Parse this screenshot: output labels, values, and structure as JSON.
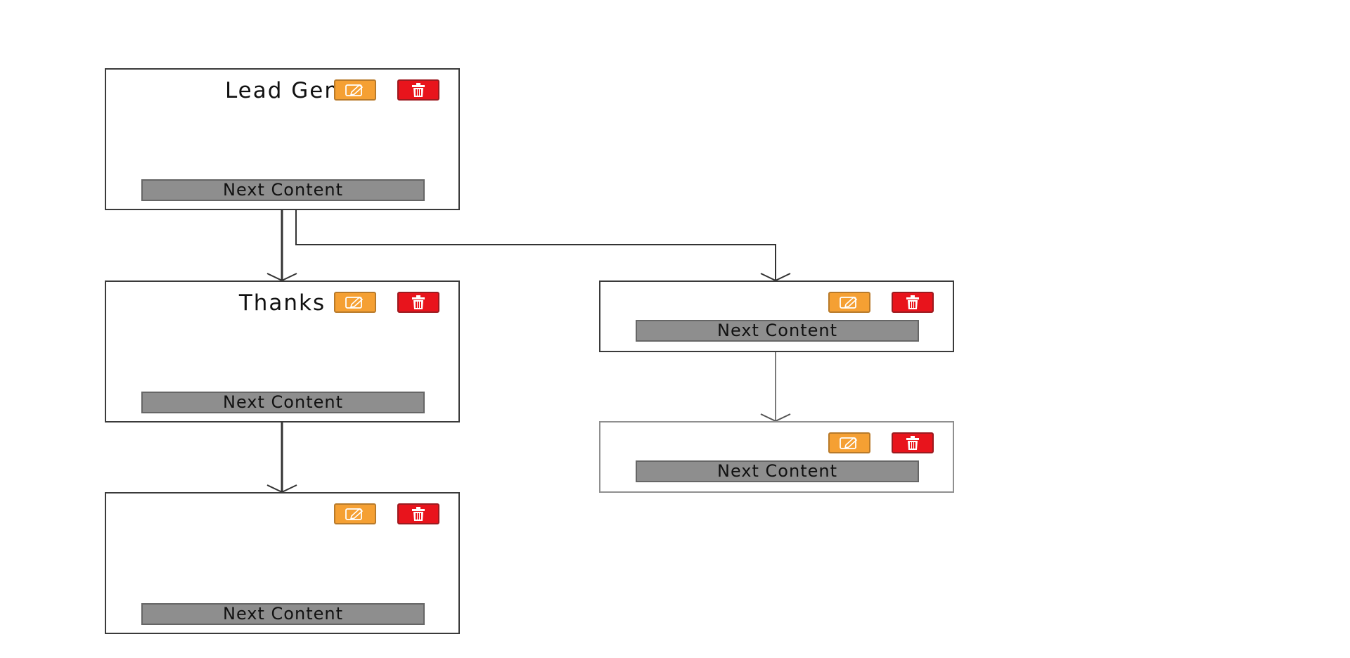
{
  "nodes": [
    {
      "id": "lead-gen",
      "title": "Lead Gen",
      "next_label": "Next Content",
      "edit_icon": "pencil-icon",
      "delete_icon": "trash-icon"
    },
    {
      "id": "thanks",
      "title": "Thanks",
      "next_label": "Next Content",
      "edit_icon": "pencil-icon",
      "delete_icon": "trash-icon"
    },
    {
      "id": "bottom-left",
      "title": "",
      "next_label": "Next Content",
      "edit_icon": "pencil-icon",
      "delete_icon": "trash-icon"
    },
    {
      "id": "right-top",
      "title": "",
      "next_label": "Next Content",
      "edit_icon": "pencil-icon",
      "delete_icon": "trash-icon"
    },
    {
      "id": "right-bottom",
      "title": "",
      "next_label": "Next Content",
      "edit_icon": "pencil-icon",
      "delete_icon": "trash-icon"
    }
  ],
  "edges": [
    {
      "from": "lead-gen",
      "to": "thanks"
    },
    {
      "from": "lead-gen",
      "to": "right-top"
    },
    {
      "from": "thanks",
      "to": "bottom-left"
    },
    {
      "from": "right-top",
      "to": "right-bottom"
    }
  ],
  "colors": {
    "edit_button": "#f5a033",
    "delete_button": "#e8141c",
    "next_button": "#8e8e8e",
    "border": "#3a3a3a",
    "connector": "#333333"
  }
}
